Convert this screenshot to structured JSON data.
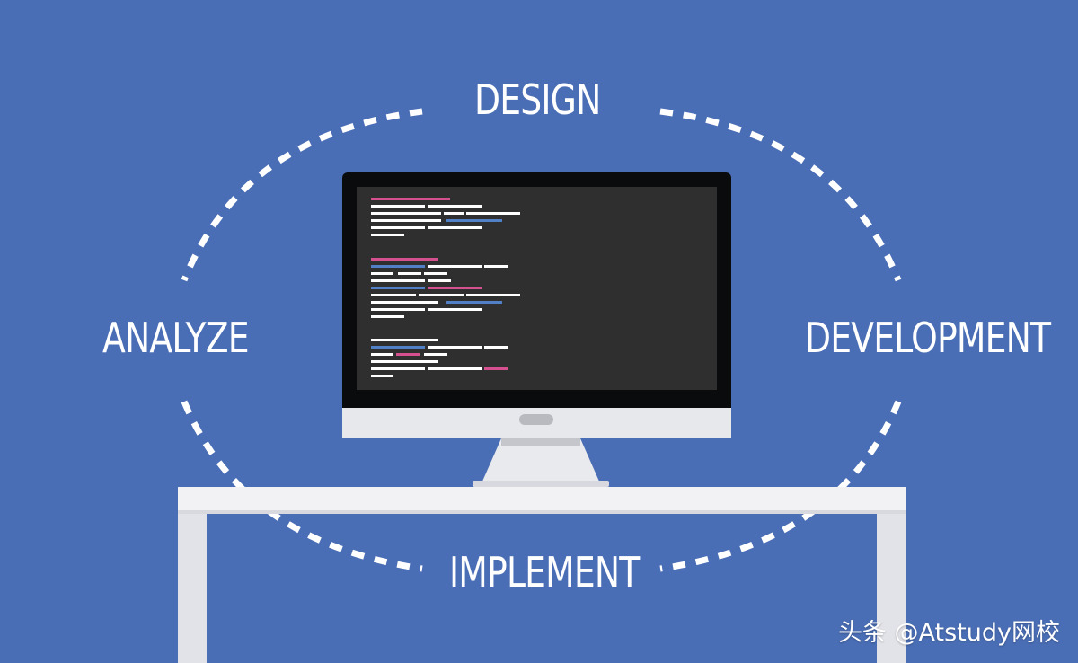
{
  "cycle": {
    "stages": {
      "design": "DESIGN",
      "development": "DEVELOPMENT",
      "implement": "IMPLEMENT",
      "analyze": "ANALYZE"
    }
  },
  "watermark": {
    "text": "头条 @Atstudy网校"
  },
  "colors": {
    "background": "#4A6EB5",
    "monitor_bezel": "#0A0B0D",
    "screen": "#2F2F2F",
    "monitor_chin": "#E7E8EC",
    "desk": "#F2F2F4",
    "code_white": "#FFFFFF",
    "code_pink": "#D4508E",
    "code_blue": "#5180C6"
  },
  "icons": {
    "monitor": "desktop-monitor-icon",
    "desk": "desk-icon",
    "cycle": "dashed-cycle-icon"
  }
}
